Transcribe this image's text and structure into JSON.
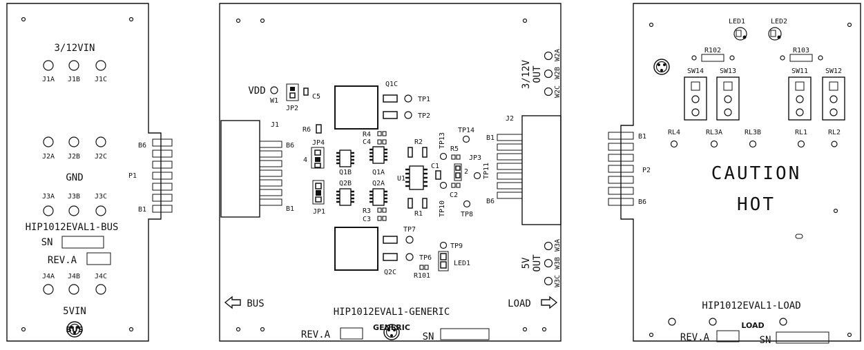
{
  "bus_board": {
    "title_top": "3/12VIN",
    "jacks_top": [
      "J1A",
      "J1B",
      "J1C"
    ],
    "jacks_mid": [
      "J2A",
      "J2B",
      "J2C"
    ],
    "gnd": "GND",
    "jacks_mid2": [
      "J3A",
      "J3B",
      "J3C"
    ],
    "name": "HIP1012EVAL1-BUS",
    "sn": "SN",
    "rev": "REV.A",
    "jacks_bot": [
      "J4A",
      "J4B",
      "J4C"
    ],
    "title_bot": "5VIN",
    "logo": "BUS",
    "edge_b6": "B6",
    "edge_p1": "P1",
    "edge_b1": "B1"
  },
  "generic_board": {
    "vdd": "VDD",
    "w1": "W1",
    "jp2": "JP2",
    "c5": "C5",
    "q1c": "Q1C",
    "tp1": "TP1",
    "tp2": "TP2",
    "j1": "J1",
    "r6": "R6",
    "b6_left": "B6",
    "b1_left": "B1",
    "jp4": "JP4",
    "jp1": "JP1",
    "r4": "R4",
    "c4": "C4",
    "q1b": "Q1B",
    "q1a": "Q1A",
    "q2b": "Q2B",
    "q2a": "Q2A",
    "u1": "U1",
    "r2": "R2",
    "r1": "R1",
    "c1": "C1",
    "c2": "C2",
    "r3": "R3",
    "c3": "C3",
    "r5": "R5",
    "tp13": "TP13",
    "tp14": "TP14",
    "tp11": "TP11",
    "tp10": "TP10",
    "tp8": "TP8",
    "jp3": "JP3",
    "j2": "J2",
    "b1_right": "B1",
    "b6_right": "B6",
    "out_top": "3/12V\nOUT",
    "w2": [
      "W2A",
      "W2B",
      "W2C"
    ],
    "out_bot": "5V\nOUT",
    "w3": [
      "W3A",
      "W3B",
      "W3C"
    ],
    "q2c": "Q2C",
    "tp7": "TP7",
    "tp9": "TP9",
    "tp6": "TP6",
    "led1": "LED1",
    "r101": "R101",
    "bus": "BUS",
    "load": "LOAD",
    "name": "HIP1012EVAL1-GENERIC",
    "rev": "REV.A",
    "sn": "SN",
    "logo": "GENERIC"
  },
  "load_board": {
    "led1": "LED1",
    "led2": "LED2",
    "r102": "R102",
    "r103": "R103",
    "sw": [
      "SW14",
      "SW13",
      "SW11",
      "SW12"
    ],
    "rl": [
      "RL4",
      "RL3A",
      "RL3B",
      "RL1",
      "RL2"
    ],
    "b1": "B1",
    "p2": "P2",
    "b6": "B6",
    "caution": "CAUTION",
    "hot": "HOT",
    "name": "HIP1012EVAL1-LOAD",
    "rev": "REV.A",
    "sn": "SN",
    "logo": "LOAD"
  }
}
